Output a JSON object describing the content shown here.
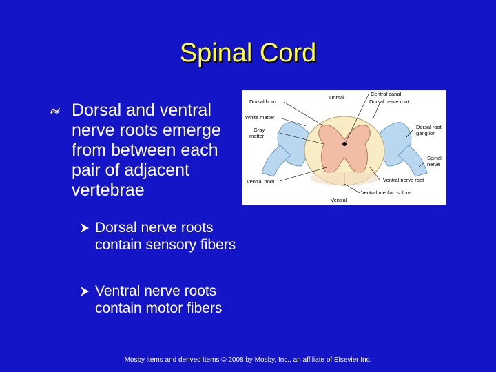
{
  "slide": {
    "title": "Spinal Cord",
    "main_bullet": "Dorsal and ventral nerve roots emerge from between each pair of adjacent vertebrae",
    "sub_bullets": [
      "Dorsal nerve roots contain sensory fibers",
      "Ventral nerve roots contain motor fibers"
    ],
    "footer": "Mosby items and derived items © 2008 by Mosby, Inc., an affiliate of Elsevier Inc.",
    "colors": {
      "background": "#1515c8",
      "title": "#ffff33",
      "body_text": "#ffffff"
    }
  },
  "figure": {
    "labels": {
      "dorsal": "Dorsal",
      "dorsal_horn": "Dorsal horn",
      "central_canal": "Central canal",
      "white_matter": "White matter",
      "dorsal_nerve_root": "Dorsal nerve root",
      "gray_matter_1": "Gray",
      "gray_matter_2": "matter",
      "dorsal_root_ganglion_1": "Dorsal root",
      "dorsal_root_ganglion_2": "ganglion",
      "spinal_nerve_1": "Spinal",
      "spinal_nerve_2": "nerve",
      "ventral_horn": "Ventral horn",
      "ventral_nerve_root": "Ventral nerve root",
      "ventral_median_sulcus": "Ventral median sulcus",
      "ventral": "Ventral"
    }
  }
}
